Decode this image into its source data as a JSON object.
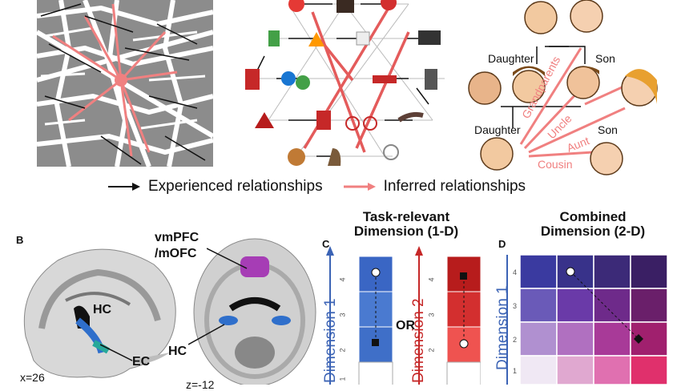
{
  "legend": {
    "experienced": "Experienced relationships",
    "inferred": "Inferred relationships"
  },
  "family": {
    "daughter1": "Daughter",
    "son1": "Son",
    "daughter2": "Daughter",
    "son2": "Son",
    "grandparents": "Grandparents",
    "uncle": "Uncle",
    "aunt": "Aunt",
    "cousin": "Cousin"
  },
  "panelB": {
    "letter": "B",
    "vmpfc": "vmPFC\n/mOFC",
    "hc1": "HC",
    "ec": "EC",
    "hc2": "HC",
    "x_coord": "x=26",
    "z_coord": "z=-12"
  },
  "panelC": {
    "letter": "C",
    "title1": "Task-relevant",
    "title2": "Dimension (1-D)",
    "dim1": "Dimension 1",
    "dim2": "Dimension 2",
    "or": "OR",
    "ticks": [
      "1",
      "2",
      "3",
      "4"
    ]
  },
  "panelD": {
    "letter": "D",
    "title1": "Combined",
    "title2": "Dimension (2-D)",
    "dim1": "Dimension 1",
    "ticks": [
      "1",
      "2",
      "3",
      "4"
    ]
  },
  "colors": {
    "experienced": "#111111",
    "inferred": "#f08080",
    "blue": "#3b63b5",
    "red": "#c62828",
    "purple": "#a03db0"
  }
}
